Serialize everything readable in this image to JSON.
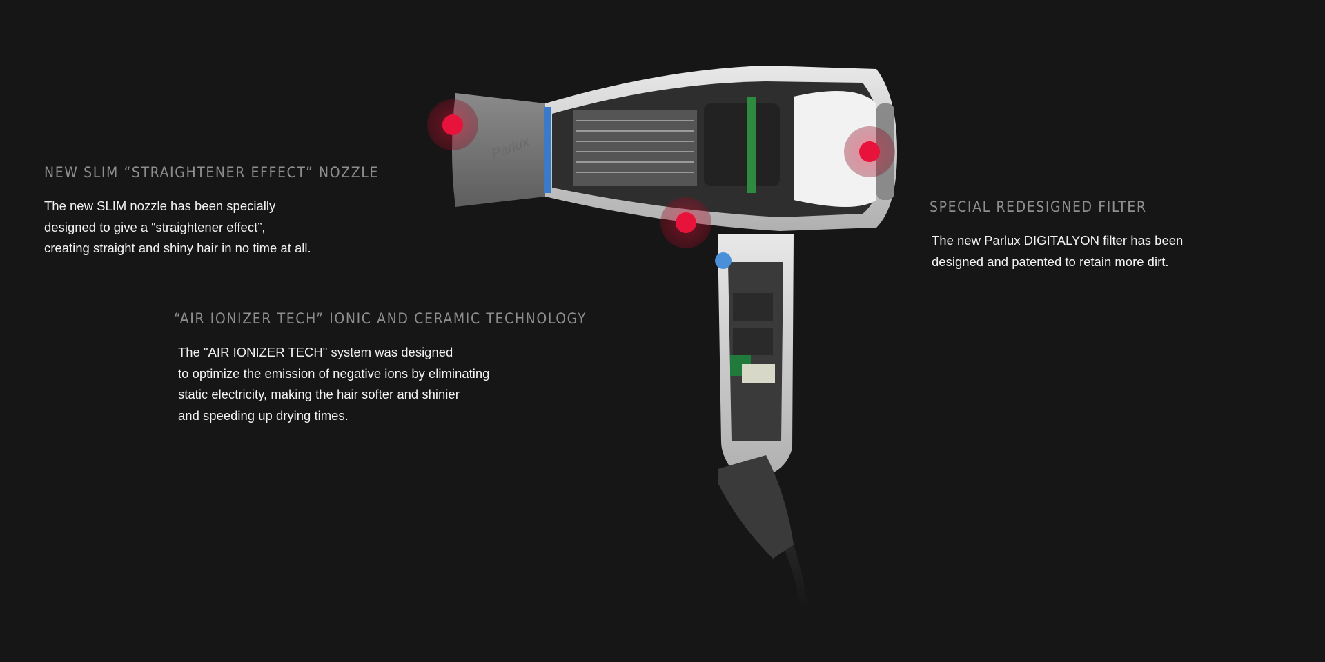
{
  "features": {
    "nozzle": {
      "title": "NEW SLIM “STRAIGHTENER EFFECT” NOZZLE",
      "lines": [
        "The new SLIM nozzle has been specially",
        "designed to give a “straightener effect”,",
        "creating straight and shiny hair in no time at all."
      ]
    },
    "ionizer": {
      "title": "“AIR IONIZER TECH” IONIC AND CERAMIC TECHNOLOGY",
      "lines": [
        "The \"AIR IONIZER TECH\" system was designed",
        "to optimize the emission of negative ions by eliminating",
        "static electricity, making the hair softer and shinier",
        "and speeding up drying times."
      ]
    },
    "filter": {
      "title": "SPECIAL REDESIGNED FILTER",
      "lines": [
        "The new Parlux DIGITALYON filter has been",
        "designed and patented to retain more dirt."
      ]
    }
  },
  "product": {
    "brand_logo": "Parlux"
  },
  "colors": {
    "background": "#161616",
    "hotspot": "#e8133a",
    "heading": "#8e8e8e",
    "body_text": "#f2f2f2"
  }
}
